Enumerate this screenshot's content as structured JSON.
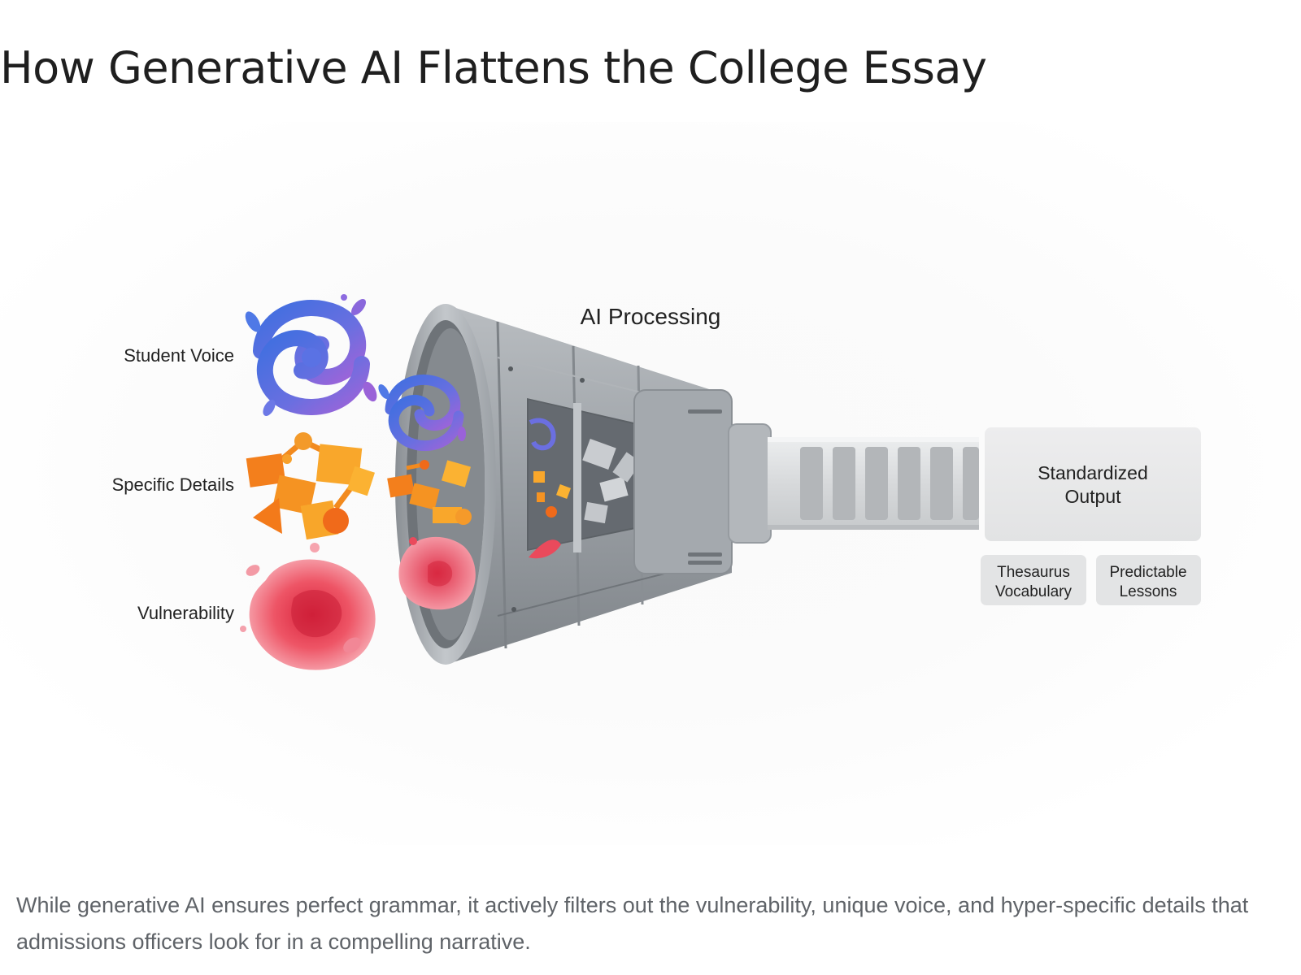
{
  "title": "How Generative AI Flattens the College Essay",
  "diagram": {
    "inputs": [
      {
        "label": "Student Voice"
      },
      {
        "label": "Specific Details"
      },
      {
        "label": "Vulnerability"
      }
    ],
    "process_label": "AI Processing",
    "output": {
      "label_line1": "Standardized",
      "label_line2": "Output"
    },
    "output_tags": [
      {
        "line1": "Thesaurus",
        "line2": "Vocabulary"
      },
      {
        "line1": "Predictable",
        "line2": "Lessons"
      }
    ],
    "colors": {
      "voice": "#5b6ee1",
      "voice_accent": "#9b5fd6",
      "details": "#f5841f",
      "details_accent": "#fbb72f",
      "vulnerability": "#e23a4f",
      "vulnerability_light": "#f7a3ac",
      "machine": "#9aa0a6",
      "machine_dark": "#6b7075",
      "output_box": "#e8e9ea"
    },
    "icons": [
      "swirl-icon",
      "geometric-shapes-icon",
      "blob-icon",
      "funnel-icon",
      "conveyor-icon"
    ]
  },
  "caption": "While generative AI ensures perfect grammar, it actively filters out the vulnerability, unique voice, and hyper-specific details that admissions officers look for in a compelling narrative."
}
